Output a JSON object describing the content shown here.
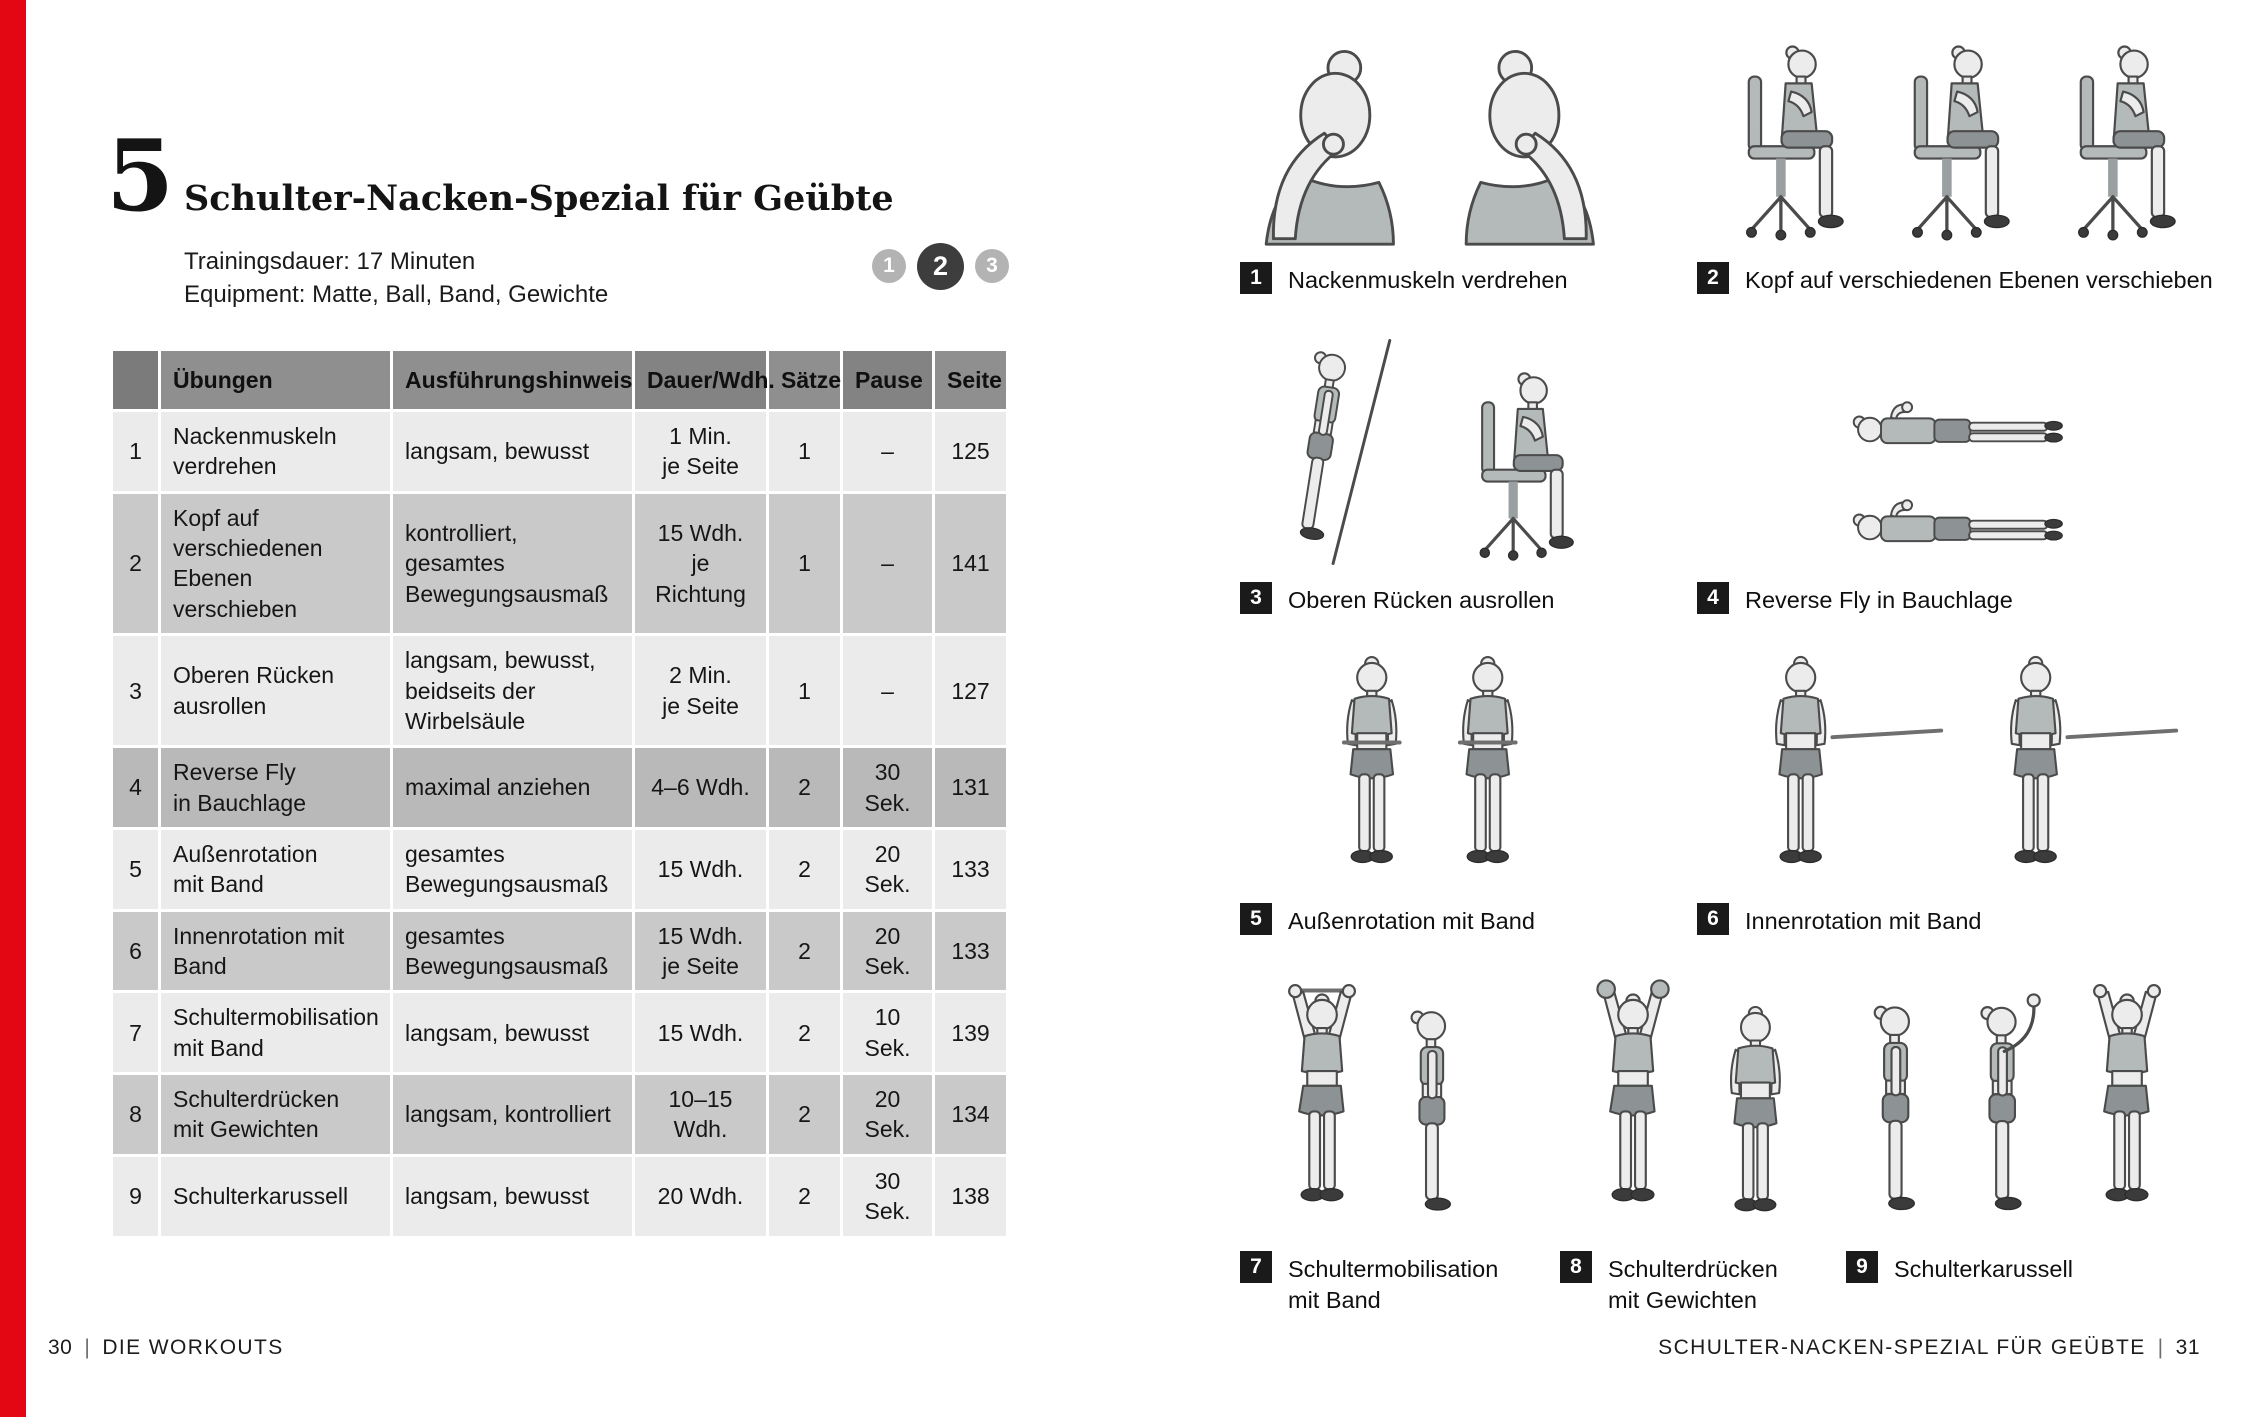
{
  "colors": {
    "edge_red": "#e30613",
    "badge_black": "#1a1a1a",
    "table_header_gray": "#8f8f8f",
    "row_light": "#ebebeb",
    "row_gray": "#c9c9c9"
  },
  "left": {
    "chapter_number": "5",
    "title": "Schulter-Nacken-Spezial für Geübte",
    "duration": "Trainingsdauer: 17 Minuten",
    "equipment": "Equipment: Matte, Ball, Band, Gewichte",
    "levels": [
      "1",
      "2",
      "3"
    ],
    "active_level": "2",
    "table": {
      "headers": [
        "",
        "Übungen",
        "Ausführungshinweis",
        "Dauer/Wdh.",
        "Sätze",
        "Pause",
        "Seite"
      ],
      "rows": [
        {
          "nr": "1",
          "uebung": "Nackenmuskeln\nverdrehen",
          "hinweis": "langsam, bewusst",
          "dauer": "1 Min.\nje Seite",
          "saetze": "1",
          "pause": "–",
          "seite": "125"
        },
        {
          "nr": "2",
          "uebung": "Kopf auf verschiedenen\nEbenen verschieben",
          "hinweis": "kontrolliert, gesamtes\nBewegungsausmaß",
          "dauer": "15 Wdh.\nje Richtung",
          "saetze": "1",
          "pause": "–",
          "seite": "141"
        },
        {
          "nr": "3",
          "uebung": "Oberen Rücken\nausrollen",
          "hinweis": "langsam, bewusst,\nbeidseits der Wirbelsäule",
          "dauer": "2 Min.\nje Seite",
          "saetze": "1",
          "pause": "–",
          "seite": "127"
        },
        {
          "nr": "4",
          "uebung": "Reverse Fly\nin Bauchlage",
          "hinweis": "maximal anziehen",
          "dauer": "4–6 Wdh.",
          "saetze": "2",
          "pause": "30 Sek.",
          "seite": "131"
        },
        {
          "nr": "5",
          "uebung": "Außenrotation\nmit Band",
          "hinweis": "gesamtes\nBewegungsausmaß",
          "dauer": "15 Wdh.",
          "saetze": "2",
          "pause": "20 Sek.",
          "seite": "133"
        },
        {
          "nr": "6",
          "uebung": "Innenrotation mit Band",
          "hinweis": "gesamtes\nBewegungsausmaß",
          "dauer": "15 Wdh.\nje Seite",
          "saetze": "2",
          "pause": "20 Sek.",
          "seite": "133"
        },
        {
          "nr": "7",
          "uebung": "Schultermobilisation\nmit Band",
          "hinweis": "langsam, bewusst",
          "dauer": "15 Wdh.",
          "saetze": "2",
          "pause": "10 Sek.",
          "seite": "139"
        },
        {
          "nr": "8",
          "uebung": "Schulterdrücken\nmit Gewichten",
          "hinweis": "langsam, kontrolliert",
          "dauer": "10–15 Wdh.",
          "saetze": "2",
          "pause": "20 Sek.",
          "seite": "134"
        },
        {
          "nr": "9",
          "uebung": "Schulterkarussell",
          "hinweis": "langsam, bewusst",
          "dauer": "20 Wdh.",
          "saetze": "2",
          "pause": "30 Sek.",
          "seite": "138"
        }
      ]
    },
    "footer": {
      "page": "30",
      "separator": "|",
      "label": "DIE WORKOUTS"
    }
  },
  "right": {
    "panels": [
      {
        "nr": "1",
        "caption": "Nackenmuskeln verdrehen"
      },
      {
        "nr": "2",
        "caption": "Kopf auf verschiedenen Ebenen verschieben"
      },
      {
        "nr": "3",
        "caption": "Oberen Rücken ausrollen"
      },
      {
        "nr": "4",
        "caption": "Reverse Fly in Bauchlage"
      },
      {
        "nr": "5",
        "caption": "Außenrotation mit Band"
      },
      {
        "nr": "6",
        "caption": "Innenrotation mit Band"
      },
      {
        "nr": "7",
        "caption": "Schultermobilisation\nmit Band"
      },
      {
        "nr": "8",
        "caption": "Schulterdrücken\nmit Gewichten"
      },
      {
        "nr": "9",
        "caption": "Schulterkarussell"
      }
    ],
    "footer": {
      "label": "SCHULTER-NACKEN-SPEZIAL FÜR GEÜBTE",
      "separator": "|",
      "page": "31"
    }
  }
}
